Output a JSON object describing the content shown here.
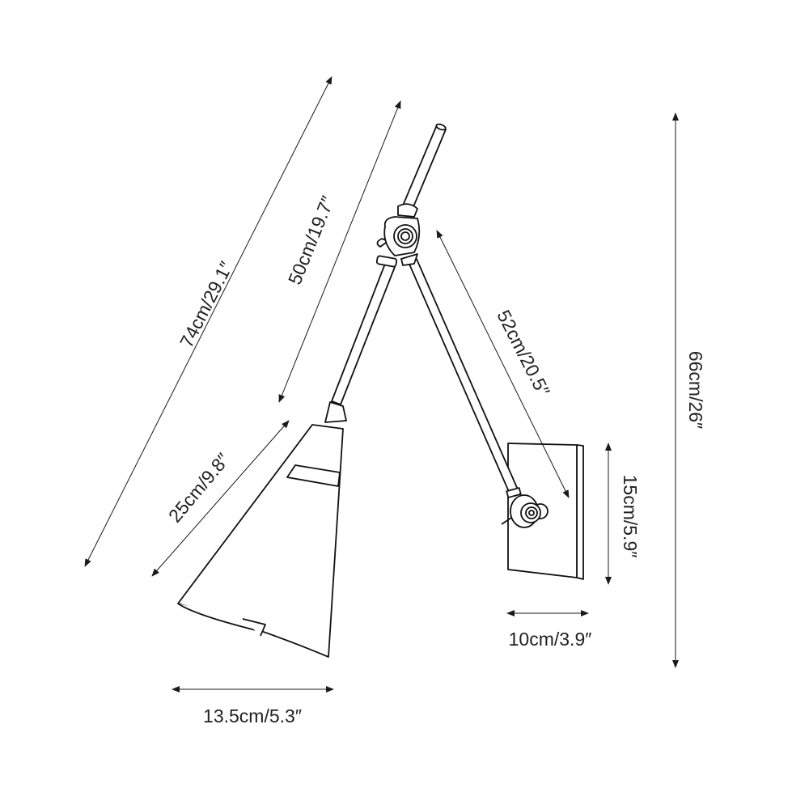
{
  "dimensions": {
    "overall_length": "74cm/29.1″",
    "arm_length": "50cm/19.7″",
    "shade_length": "25cm/9.8″",
    "rear_arm_length": "52cm/20.5″",
    "overall_height": "66cm/26″",
    "plate_height": "15cm/5.9″",
    "plate_width": "10cm/3.9″",
    "shade_width": "13.5cm/5.3″"
  },
  "colors": {
    "line": "#111111",
    "background": "#ffffff"
  }
}
